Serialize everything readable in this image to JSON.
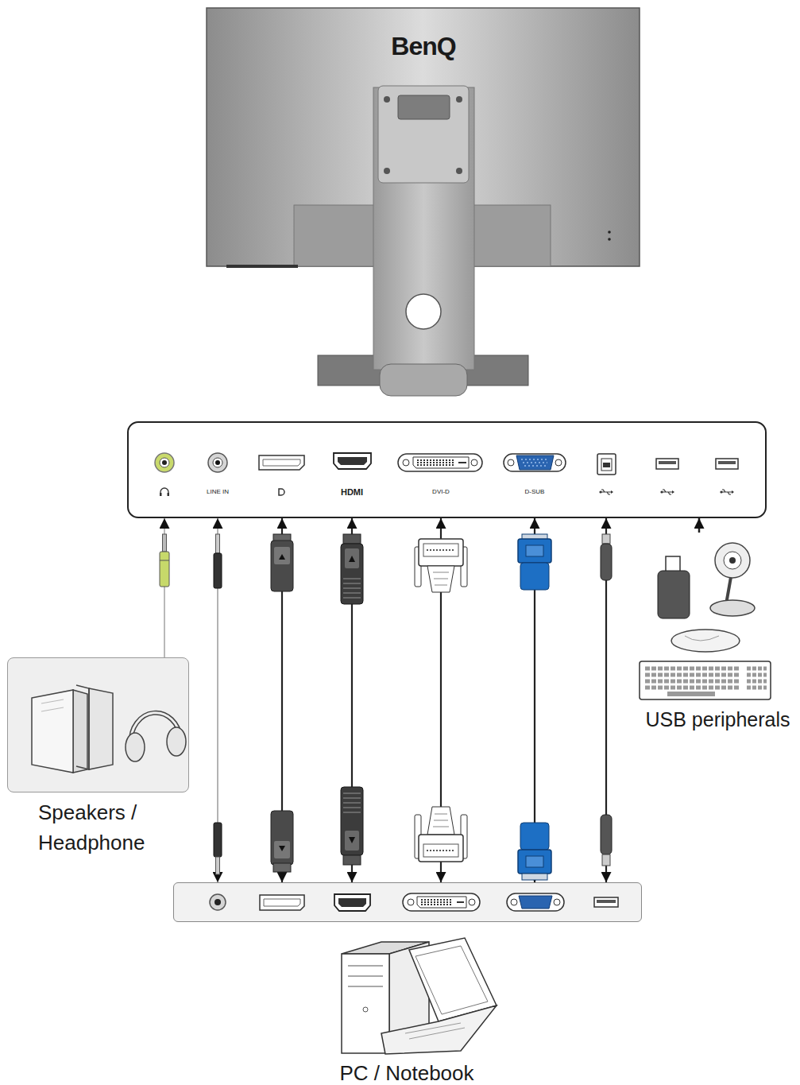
{
  "diagram": {
    "nodes": [
      {
        "text": [
          "LINE IN",
          "HDMI",
          "DVI-D",
          "D-SUB"
        ]
      },
      {
        "text": [
          "Speakers / Headphone"
        ]
      },
      {
        "text": [
          "USB peripherals"
        ]
      },
      {
        "text": [
          "PC / Notebook"
        ]
      }
    ],
    "edges": [
      {
        "from": 1,
        "to": 0,
        "arrow": "to"
      },
      {
        "from": 3,
        "to": 0,
        "arrow": "both"
      },
      {
        "from": 3,
        "to": 0,
        "arrow": "both"
      },
      {
        "from": 3,
        "to": 0,
        "arrow": "both"
      },
      {
        "from": 3,
        "to": 0,
        "arrow": "both"
      },
      {
        "from": 3,
        "to": 0,
        "arrow": "both"
      },
      {
        "from": 3,
        "to": 0,
        "arrow": "both"
      },
      {
        "from": 2,
        "to": 0,
        "arrow": "to"
      }
    ],
    "labels": [
      "BenQ"
    ]
  }
}
